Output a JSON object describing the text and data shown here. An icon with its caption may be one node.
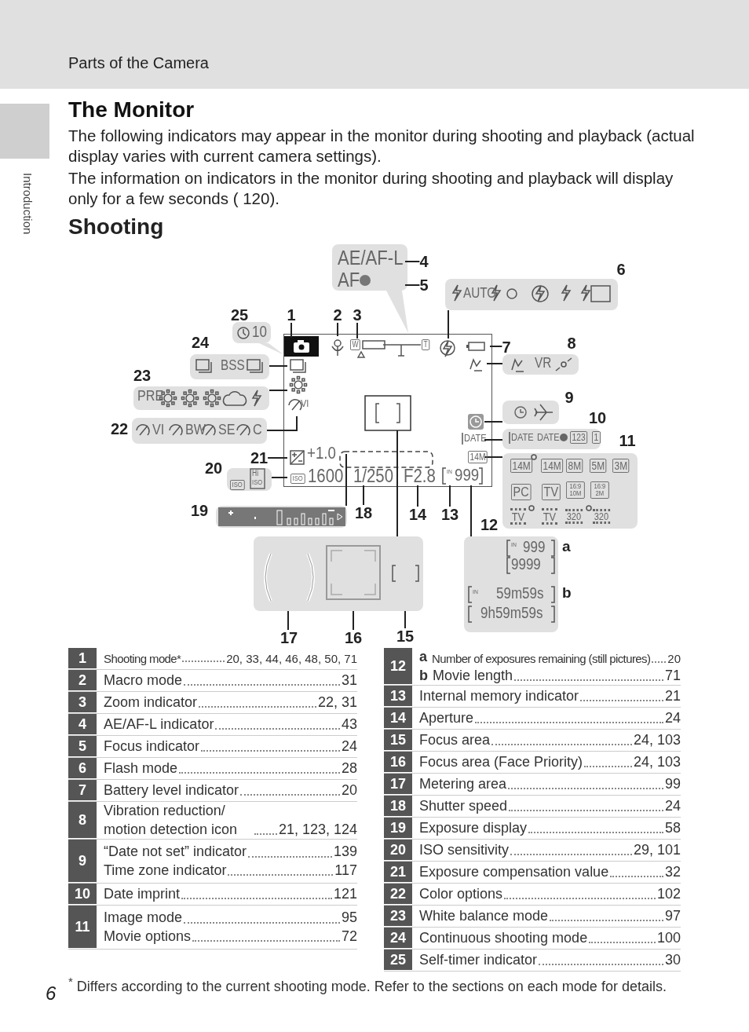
{
  "diagram": {
    "title": "The Monitor",
    "nodes": [
      {
        "text": [
          "1"
        ]
      },
      {
        "text": [
          "2"
        ]
      },
      {
        "text": [
          "3"
        ]
      },
      {
        "text": [
          "4"
        ]
      },
      {
        "text": [
          "5"
        ]
      },
      {
        "text": [
          "6"
        ]
      },
      {
        "text": [
          "7"
        ]
      },
      {
        "text": [
          "8"
        ]
      },
      {
        "text": [
          "9"
        ]
      },
      {
        "text": [
          "10"
        ]
      },
      {
        "text": [
          "11"
        ]
      },
      {
        "text": [
          "12"
        ]
      },
      {
        "text": [
          "13"
        ]
      },
      {
        "text": [
          "14"
        ]
      },
      {
        "text": [
          "15"
        ]
      },
      {
        "text": [
          "16"
        ]
      },
      {
        "text": [
          "17"
        ]
      },
      {
        "text": [
          "18"
        ]
      },
      {
        "text": [
          "19"
        ]
      },
      {
        "text": [
          "20"
        ]
      },
      {
        "text": [
          "21"
        ]
      },
      {
        "text": [
          "22"
        ]
      },
      {
        "text": [
          "23"
        ]
      },
      {
        "text": [
          "24"
        ]
      },
      {
        "text": [
          "25"
        ]
      },
      {
        "text": [],
        "shape": "box"
      },
      {
        "text": [],
        "shape": "box"
      },
      {
        "text": [],
        "shape": "box"
      },
      {
        "text": [],
        "shape": "box"
      },
      {
        "text": [],
        "shape": "box"
      },
      {
        "text": [],
        "shape": "box"
      },
      {
        "text": [],
        "shape": "box"
      },
      {
        "text": [],
        "shape": "box",
        "beside": [
          "a",
          "b"
        ]
      },
      {
        "text": [],
        "shape": "box"
      },
      {
        "text": [],
        "shape": "box"
      },
      {
        "text": [],
        "shape": "box"
      },
      {
        "text": [],
        "shape": "box"
      },
      {
        "text": [],
        "shape": "box"
      },
      {
        "text": [],
        "shape": "box"
      },
      {
        "text": [],
        "shape": "box"
      }
    ],
    "edges": [
      {
        "from": 0,
        "to": 39,
        "arrow": "none"
      },
      {
        "from": 1,
        "to": 39,
        "arrow": "none"
      },
      {
        "from": 2,
        "to": 39,
        "arrow": "none"
      },
      {
        "from": 3,
        "to": 26,
        "arrow": "none"
      },
      {
        "from": 4,
        "to": 26,
        "arrow": "none"
      },
      {
        "from": 27,
        "to": 39,
        "arrow": "none"
      },
      {
        "from": 6,
        "to": 39,
        "arrow": "none"
      },
      {
        "from": 28,
        "to": 39,
        "arrow": "none"
      },
      {
        "from": 29,
        "to": 39,
        "arrow": "none"
      },
      {
        "from": 30,
        "to": 39,
        "arrow": "none"
      },
      {
        "from": 31,
        "to": 39,
        "arrow": "none"
      },
      {
        "from": 32,
        "to": 39,
        "arrow": "none"
      },
      {
        "from": 12,
        "to": 39,
        "arrow": "none"
      },
      {
        "from": 13,
        "to": 39,
        "arrow": "none"
      },
      {
        "from": 14,
        "to": 33,
        "arrow": "none"
      },
      {
        "from": 15,
        "to": 33,
        "arrow": "none"
      },
      {
        "from": 33,
        "to": 39,
        "arrow": "none"
      },
      {
        "from": 16,
        "to": 33,
        "arrow": "none"
      },
      {
        "from": 17,
        "to": 39,
        "arrow": "none"
      },
      {
        "from": 34,
        "to": 39,
        "arrow": "none"
      },
      {
        "from": 35,
        "to": 39,
        "arrow": "none"
      },
      {
        "from": 20,
        "to": 39,
        "arrow": "none"
      },
      {
        "from": 36,
        "to": 39,
        "arrow": "none"
      },
      {
        "from": 37,
        "to": 39,
        "arrow": "none"
      },
      {
        "from": 38,
        "to": 39,
        "arrow": "none"
      }
    ],
    "labels": [
      "Parts of the Camera",
      "Introduction",
      "The following indicators may appear in the monitor during shooting and playback (actual display varies with current camera settings).",
      "The information on indicators in the monitor during shooting and playback will display only for a few seconds ( 120).",
      "Shooting",
      "AE/AF-L",
      "AF",
      "AUTO",
      "10",
      "W",
      "T",
      "BSS",
      "VR",
      "PRE",
      "VI",
      "VI",
      "BW",
      "SE",
      "C",
      "DATE",
      "DATE",
      "DATE",
      "123",
      "1",
      "+1.0",
      "14M",
      "14M",
      "14M",
      "8M",
      "5M",
      "3M",
      "ISO",
      "Hi",
      "ISO",
      "ISO",
      "1600",
      "1/250",
      "F2.8",
      "IN",
      "999",
      "PC",
      "TV",
      "16:9 10M",
      "16:9 2M",
      "TV",
      "TV",
      "320",
      "320",
      "IN",
      "999",
      "9999",
      "IN",
      "59m59s",
      "9h59m59s",
      "1",
      "Shooting mode*",
      "20, 33, 44, 46, 48, 50, 71",
      "2",
      "Macro mode",
      "31",
      "3",
      "Zoom indicator",
      "22, 31",
      "4",
      "AE/AF-L indicator",
      "43",
      "5",
      "Focus indicator",
      "24",
      "6",
      "Flash mode",
      "28",
      "7",
      "Battery level indicator",
      "20",
      "8",
      "Vibration reduction/ motion detection icon",
      "21, 123, 124",
      "9",
      "“Date not set” indicator",
      "139",
      "Time zone indicator",
      "117",
      "10",
      "Date imprint",
      "121",
      "11",
      "Image mode",
      "95",
      "Movie options",
      "72",
      "12",
      "a",
      "Number of exposures remaining (still pictures)",
      "20",
      "b",
      "Movie length",
      "71",
      "13",
      "Internal memory indicator",
      "21",
      "14",
      "Aperture",
      "24",
      "15",
      "Focus area",
      "24, 103",
      "16",
      "Focus area (Face Priority)",
      "24, 103",
      "17",
      "Metering area",
      "99",
      "18",
      "Shutter speed",
      "24",
      "19",
      "Exposure display",
      "58",
      "20",
      "ISO sensitivity",
      "29, 101",
      "21",
      "Exposure compensation value",
      "32",
      "22",
      "Color options",
      "102",
      "23",
      "White balance mode",
      "97",
      "24",
      "Continuous shooting mode",
      "100",
      "25",
      "Self-timer indicator",
      "30",
      "$^{*}$ Differs according to the current shooting mode. Refer to the sections on each mode for details.",
      "6"
    ]
  }
}
